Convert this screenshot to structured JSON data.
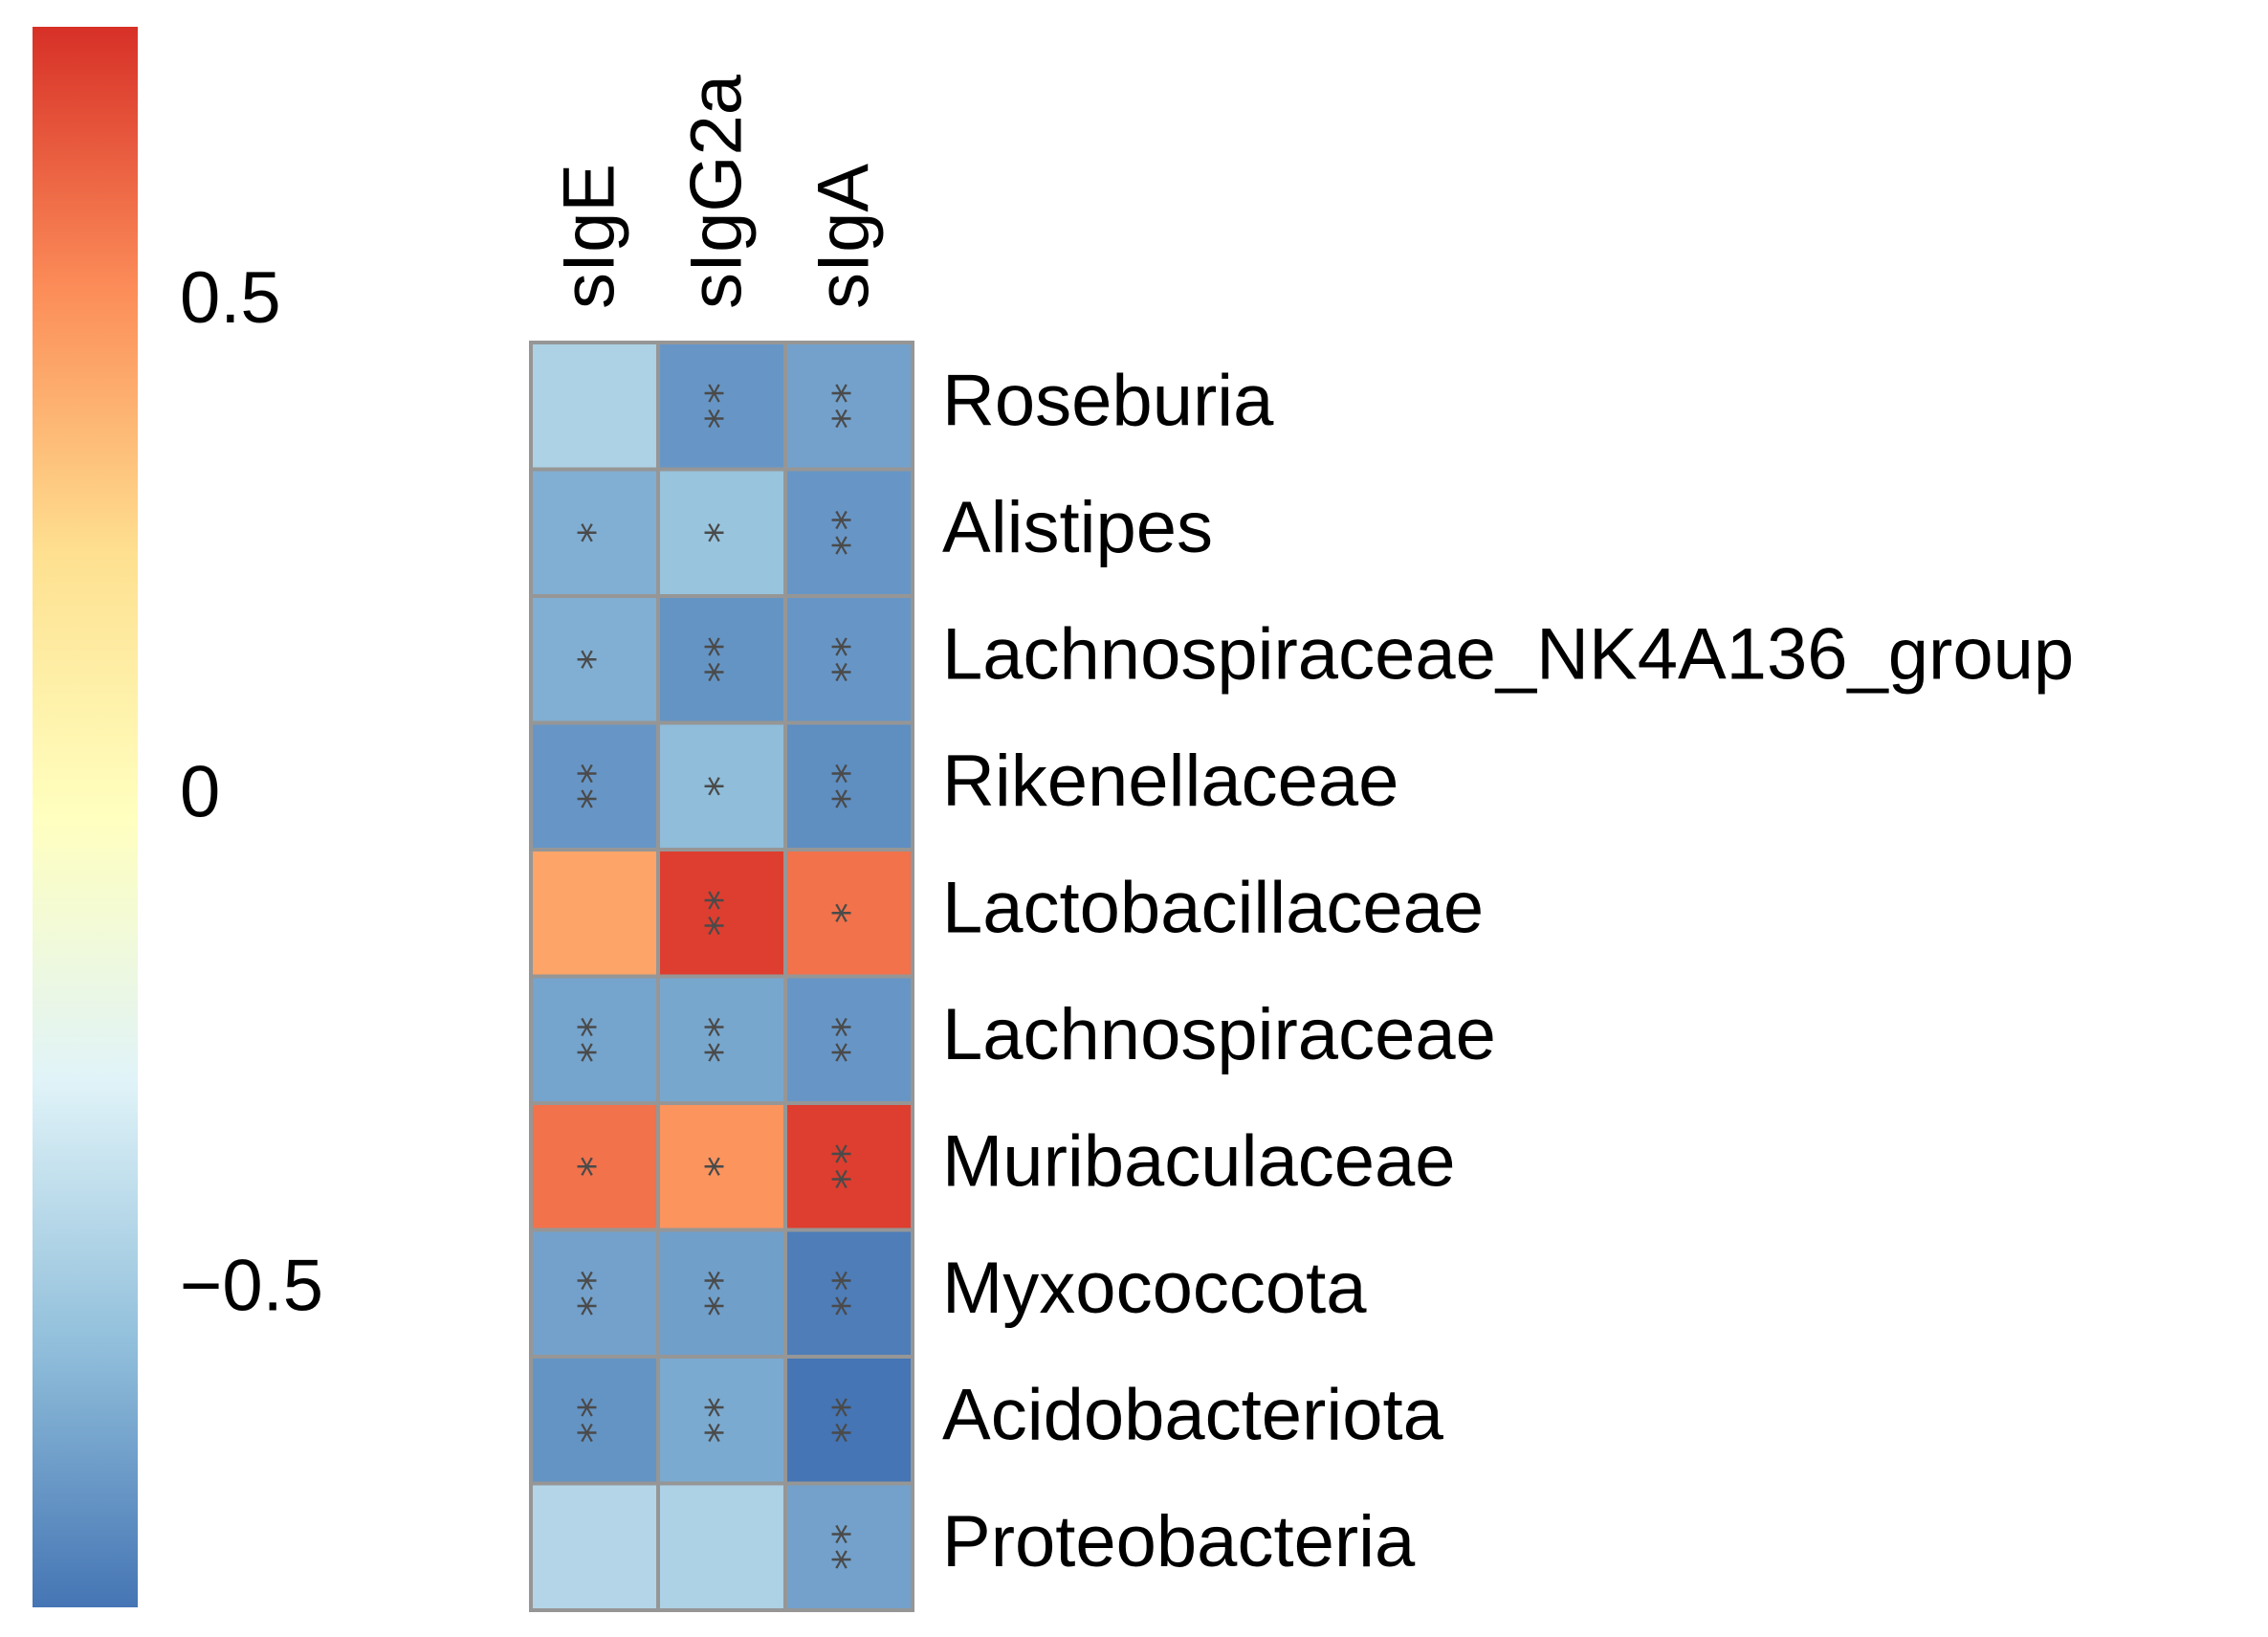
{
  "chart_data": {
    "type": "heatmap",
    "columns": [
      "sIgE",
      "sIgG2a",
      "sIgA"
    ],
    "rows": [
      "Roseburia",
      "Alistipes",
      "Lachnospiraceae_NK4A136_group",
      "Rikenellaceae",
      "Lactobacillaceae",
      "Lachnospiraceae",
      "Muribaculaceae",
      "Myxococcota",
      "Acidobacteriota",
      "Proteobacteria"
    ],
    "values": [
      [
        -0.46,
        -0.7,
        -0.66
      ],
      [
        -0.61,
        -0.53,
        -0.7
      ],
      [
        -0.61,
        -0.71,
        -0.7
      ],
      [
        -0.7,
        -0.56,
        -0.73
      ],
      [
        0.44,
        0.74,
        0.59
      ],
      [
        -0.65,
        -0.64,
        -0.7
      ],
      [
        0.59,
        0.49,
        0.74
      ],
      [
        -0.66,
        -0.67,
        -0.79
      ],
      [
        -0.71,
        -0.63,
        -0.82
      ],
      [
        -0.44,
        -0.46,
        -0.66
      ]
    ],
    "significance": [
      [
        "",
        "**",
        "**"
      ],
      [
        "*",
        "*",
        "**"
      ],
      [
        "*",
        "**",
        "**"
      ],
      [
        "**",
        "*",
        "**"
      ],
      [
        "",
        "**",
        "*"
      ],
      [
        "**",
        "**",
        "**"
      ],
      [
        "*",
        "*",
        "**"
      ],
      [
        "**",
        "**",
        "**"
      ],
      [
        "**",
        "**",
        "**"
      ],
      [
        "",
        "",
        "**"
      ]
    ],
    "colorbar": {
      "min": -0.82,
      "max": 0.78,
      "ticks": [
        0.5,
        0,
        -0.5
      ],
      "tick_labels": [
        "0.5",
        "0",
        "−0.5"
      ],
      "colors": [
        "#4575b4",
        "#91bfdb",
        "#e0f3f8",
        "#ffffbf",
        "#fee090",
        "#fc8d59",
        "#d73027"
      ]
    },
    "cell_border_color": "#969696"
  }
}
